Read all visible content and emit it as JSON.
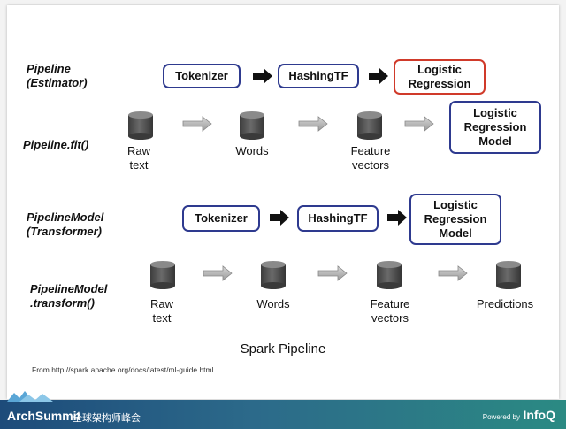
{
  "labels": {
    "pipeline_estimator": "Pipeline\n(Estimator)",
    "pipeline_fit": "Pipeline.fit()",
    "pipelinemodel_transformer": "PipelineModel\n(Transformer)",
    "pipelinemodel_transform": "PipelineModel\n.transform()"
  },
  "row1": {
    "tokenizer": "Tokenizer",
    "hashing": "HashingTF",
    "logistic": "Logistic\nRegression"
  },
  "row2": {
    "raw": "Raw\ntext",
    "words": "Words",
    "features": "Feature\nvectors",
    "model": "Logistic\nRegression\nModel"
  },
  "row3": {
    "tokenizer": "Tokenizer",
    "hashing": "HashingTF",
    "model": "Logistic\nRegression\nModel"
  },
  "row4": {
    "raw": "Raw\ntext",
    "words": "Words",
    "features": "Feature\nvectors",
    "predictions": "Predictions"
  },
  "title": "Spark Pipeline",
  "source": "From http://spark.apache.org/docs/latest/ml-guide.html",
  "footer": {
    "brand": "ArchSummit",
    "brand_sub": "全球架构师峰会",
    "powered": "Powered by",
    "infoq": "InfoQ"
  },
  "colors": {
    "box_border": "#2e3a8f",
    "highlight_border": "#d03a2a",
    "footer_left": "#1d4b7a",
    "footer_right": "#2b8a83"
  }
}
